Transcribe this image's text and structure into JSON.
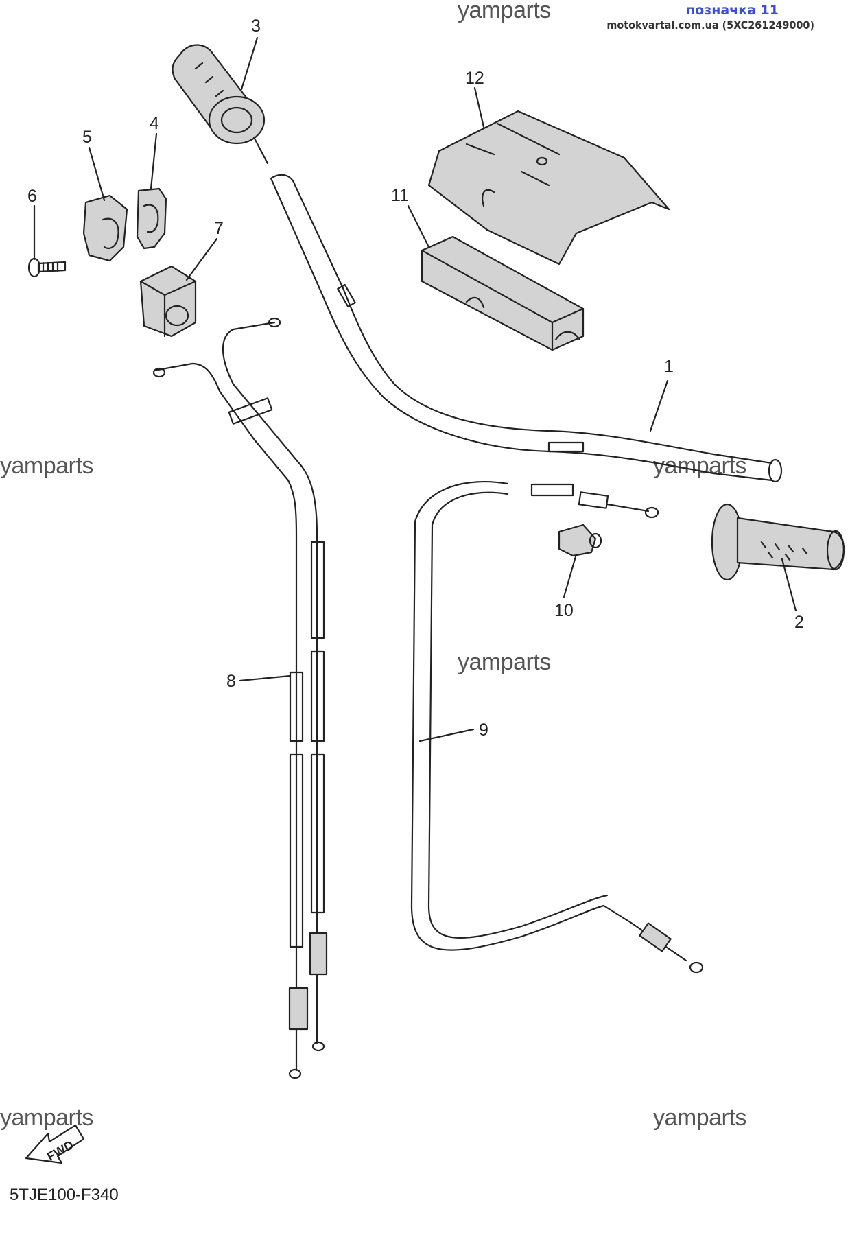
{
  "header": {
    "link_text": "позначка 11",
    "source_text": "motokvartal.com.ua (5XC261249000)"
  },
  "watermark": "yamparts",
  "diagram_code": "5TJE100-F340",
  "fwd_label": "FWD",
  "callouts": [
    "1",
    "2",
    "3",
    "4",
    "5",
    "6",
    "7",
    "8",
    "9",
    "10",
    "11",
    "12"
  ],
  "colors": {
    "link": "#3d4fd1",
    "ink": "#222222",
    "part_fill": "#d3d3d3"
  }
}
